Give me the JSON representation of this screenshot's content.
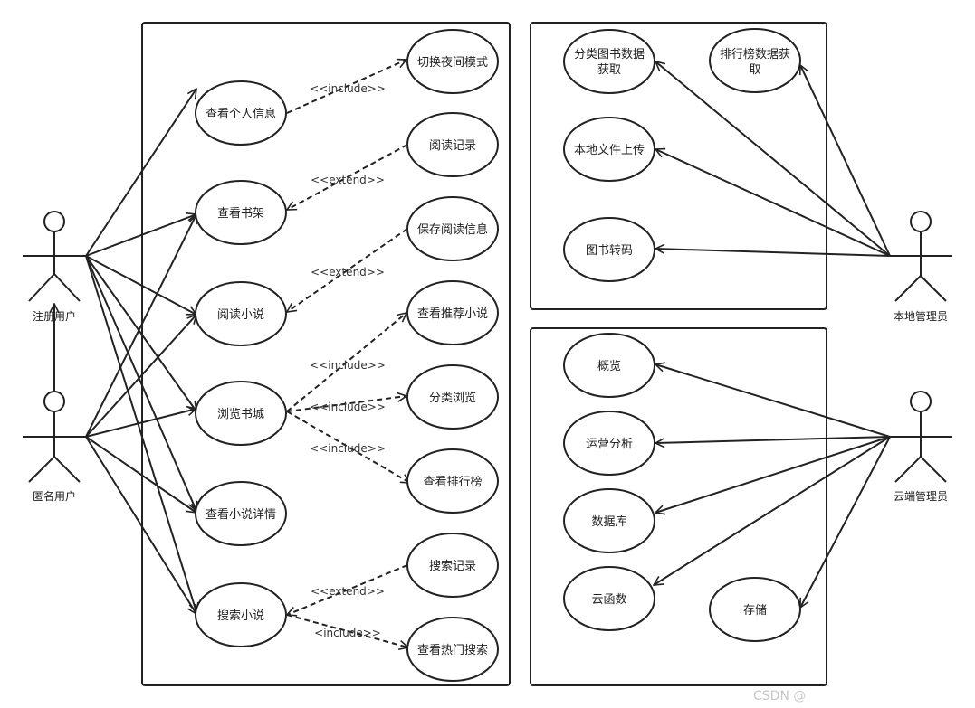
{
  "actors": {
    "registered": "注册用户",
    "anonymous": "匿名用户",
    "local_admin": "本地管理员",
    "cloud_admin": "云端管理员"
  },
  "use_cases": {
    "profile": "查看个人信息",
    "night_mode": "切换夜间模式",
    "bookshelf": "查看书架",
    "read_history": "阅读记录",
    "read_novel": "阅读小说",
    "save_progress": "保存阅读信息",
    "browse_store": "浏览书城",
    "recommend": "查看推荐小说",
    "category_browse": "分类浏览",
    "ranking": "查看排行榜",
    "novel_detail": "查看小说详情",
    "search_novel": "搜索小说",
    "search_history": "搜索记录",
    "hot_search": "查看热门搜索",
    "category_data_1": "分类图书数据",
    "category_data_2": "获取",
    "ranking_data_1": "排行榜数据获",
    "ranking_data_2": "取",
    "local_upload": "本地文件上传",
    "transcode": "图书转码",
    "overview": "概览",
    "operations": "运营分析",
    "database": "数据库",
    "cloud_function": "云函数",
    "storage": "存储"
  },
  "relations": {
    "include": "<<include>>",
    "extend": "<<extend>>",
    "include_short": "<include>>"
  },
  "watermark": "CSDN @"
}
